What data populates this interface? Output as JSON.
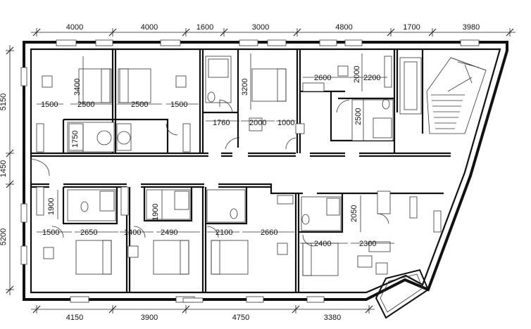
{
  "dimensions": {
    "top": [
      "4000",
      "4000",
      "1600",
      "3000",
      "4800",
      "1700",
      "3980"
    ],
    "bottom": [
      "4150",
      "3900",
      "4750",
      "3380"
    ],
    "left": [
      "5150",
      "1450",
      "5200"
    ]
  },
  "room_dimensions": {
    "upper": [
      "3400",
      "1500",
      "2500",
      "2500",
      "1500",
      "1750",
      "3200",
      "1760",
      "2000",
      "1000",
      "2600",
      "2000",
      "2200",
      "2500"
    ],
    "lower": [
      "1900",
      "1900",
      "1500",
      "2650",
      "1400",
      "2490",
      "2100",
      "2660",
      "2050",
      "2400",
      "2300"
    ]
  }
}
